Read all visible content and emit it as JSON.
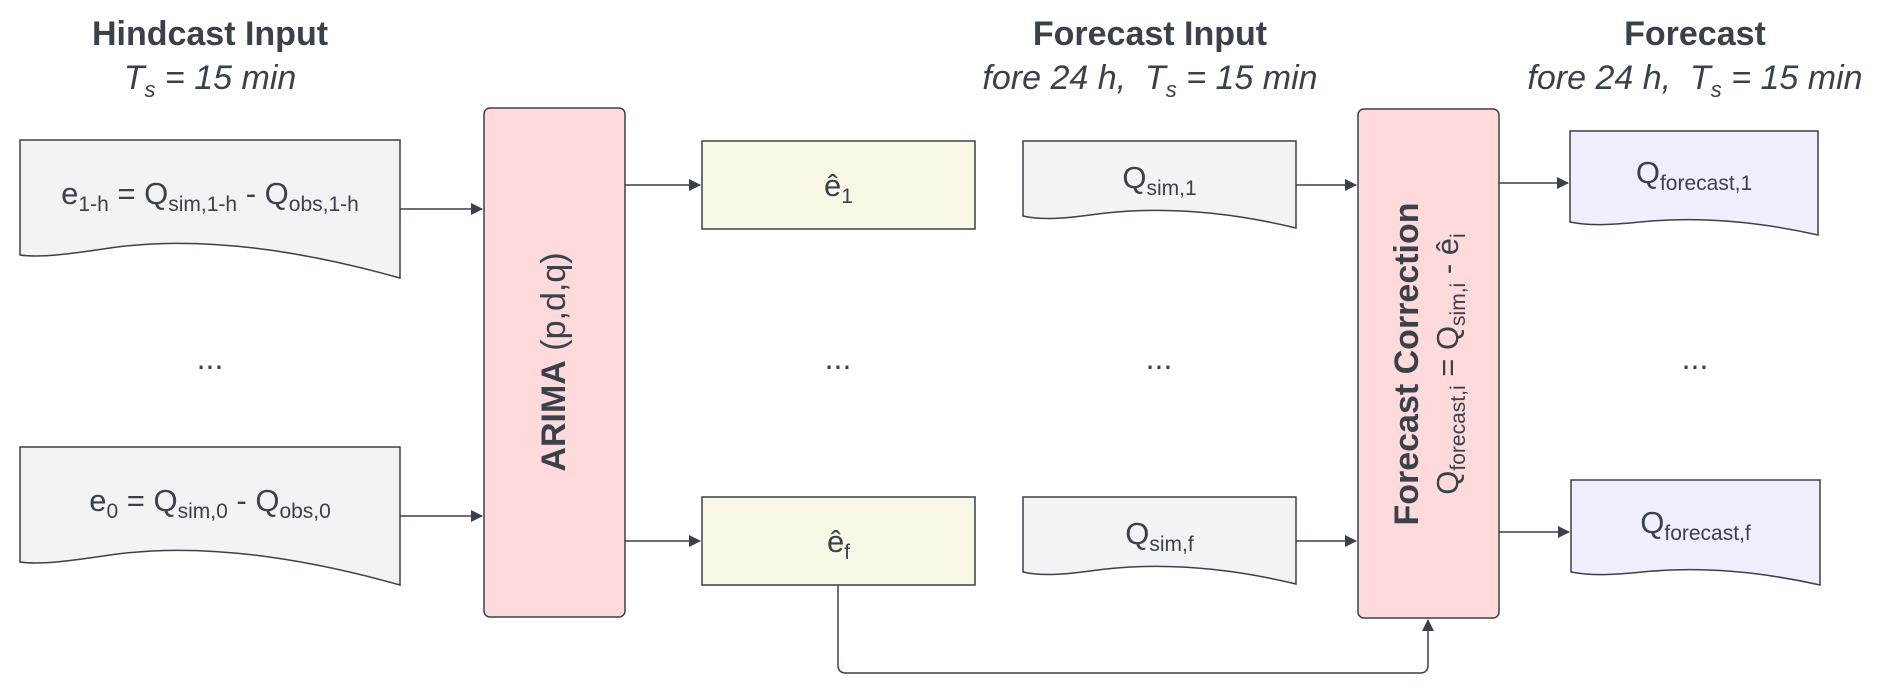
{
  "headers": {
    "hindcast": {
      "title": "Hindcast Input",
      "ts_label": "T",
      "ts_sub": "s",
      "ts_rest": " = 15 min"
    },
    "forecast_input": {
      "title": "Forecast Input",
      "fore": "fore 24 h,",
      "ts_label": "T",
      "ts_sub": "s",
      "ts_rest": " = 15 min"
    },
    "forecast": {
      "title": "Forecast",
      "fore": "fore 24 h,",
      "ts_label": "T",
      "ts_sub": "s",
      "ts_rest": " = 15 min"
    }
  },
  "hindcast_docs": [
    {
      "e": "e",
      "e_sub": "1-h",
      "eq": " = Q",
      "q1_sub": "sim,1-h",
      "minus": " - Q",
      "q2_sub": "obs,1-h"
    },
    {
      "e": "e",
      "e_sub": "0",
      "eq": " = Q",
      "q1_sub": "sim,0",
      "minus": " - Q",
      "q2_sub": "obs,0"
    }
  ],
  "arima": {
    "bold": "ARIMA",
    "params": " (p,d,q)"
  },
  "error_boxes": [
    {
      "symbol": "ê",
      "sub": "1"
    },
    {
      "symbol": "ê",
      "sub": "f"
    }
  ],
  "sim_docs": [
    {
      "symbol": "Q",
      "sub": "sim,1"
    },
    {
      "symbol": "Q",
      "sub": "sim,f"
    }
  ],
  "correction": {
    "title": "Forecast Correction",
    "q": "Q",
    "q_sub": "forecast,i",
    "eq": " = Q",
    "sim_sub": "sim,i",
    "minus": " - ê",
    "e_sub": "i"
  },
  "forecast_docs": [
    {
      "symbol": "Q",
      "sub": "forecast,1"
    },
    {
      "symbol": "Q",
      "sub": "forecast,f"
    }
  ],
  "ellipsis": "...",
  "colors": {
    "stroke": "#3a414a",
    "doc_fill": "#f2f3f5",
    "arima_fill": "#ffdadb",
    "error_fill": "#f9f7e6",
    "forecast_fill": "#eeeefc"
  }
}
